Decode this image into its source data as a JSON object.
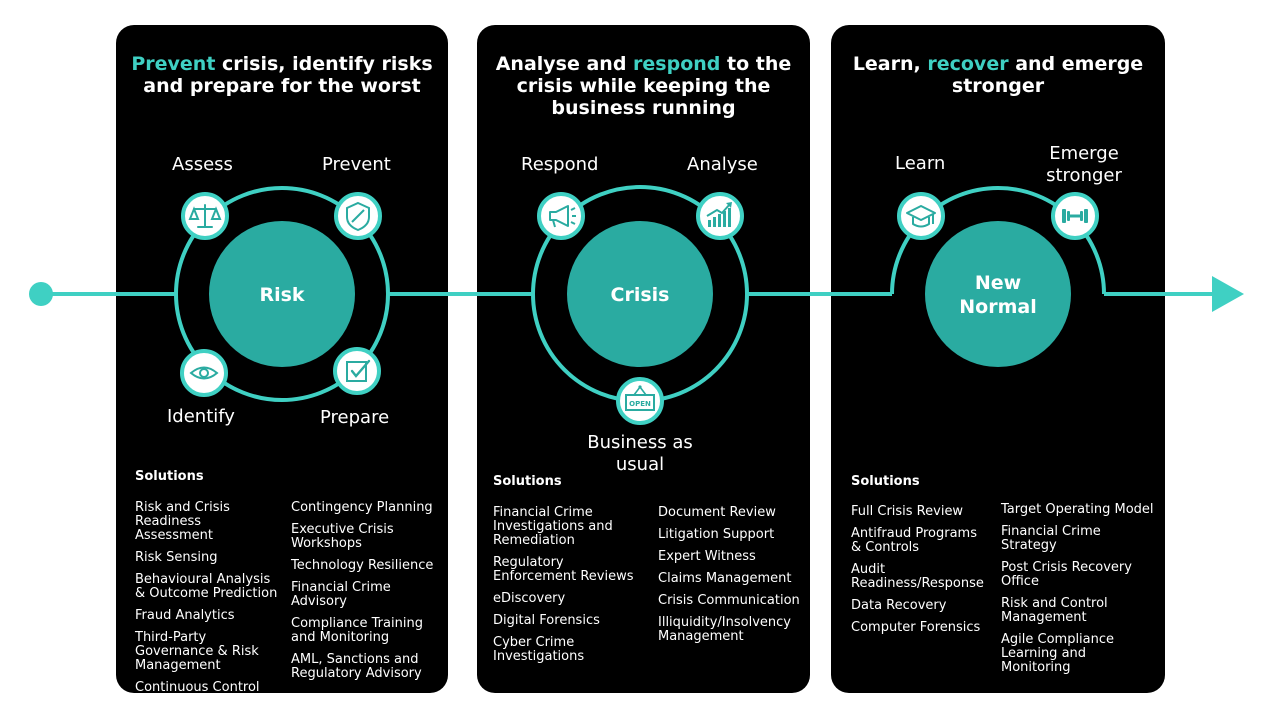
{
  "colors": {
    "accent": "#3fd0c3",
    "circle": "#2aaba1",
    "panel": "#000000"
  },
  "panels": [
    {
      "title_accent": "Prevent",
      "title_rest": " crisis, identify risks and prepare for the worst",
      "center": "Risk",
      "stages": [
        {
          "label": "Assess",
          "icon": "scales-icon"
        },
        {
          "label": "Prevent",
          "icon": "shield-icon"
        },
        {
          "label": "Identify",
          "icon": "eye-icon"
        },
        {
          "label": "Prepare",
          "icon": "checkbox-icon"
        }
      ],
      "solutions_heading": "Solutions",
      "solutions_col1": [
        "Risk and Crisis Readiness Assessment",
        "Risk Sensing",
        "Behavioural Analysis & Outcome Prediction",
        "Fraud Analytics",
        "Third-Party Governance & Risk Management",
        "Continuous Control Monitoring"
      ],
      "solutions_col2": [
        "Contingency Planning",
        "Executive Crisis Workshops",
        "Technology Resilience",
        "Financial Crime Advisory",
        "Compliance Training and Monitoring",
        "AML, Sanctions and Regulatory Advisory"
      ]
    },
    {
      "title_pre": "Analyse and ",
      "title_accent": "respond",
      "title_rest": " to the crisis while keeping the business running",
      "center": "Crisis",
      "stages": [
        {
          "label": "Respond",
          "icon": "megaphone-icon"
        },
        {
          "label": "Analyse",
          "icon": "growth-chart-icon"
        },
        {
          "label": "Business as usual",
          "icon": "open-sign-icon"
        }
      ],
      "open_sign": "OPEN",
      "solutions_heading": "Solutions",
      "solutions_col1": [
        "Financial Crime Investigations and Remediation",
        "Regulatory Enforcement Reviews",
        "eDiscovery",
        "Digital Forensics",
        "Cyber Crime Investigations"
      ],
      "solutions_col2": [
        "Document Review",
        "Litigation Support",
        "Expert Witness",
        "Claims Management",
        "Crisis Communication",
        "Illiquidity/Insolvency Management"
      ]
    },
    {
      "title_pre": "Learn, ",
      "title_accent": "recover",
      "title_rest": " and emerge stronger",
      "center_line1": "New",
      "center_line2": "Normal",
      "stages": [
        {
          "label": "Learn",
          "icon": "graduation-cap-icon"
        },
        {
          "label": "Emerge stronger",
          "icon": "dumbbell-icon"
        }
      ],
      "solutions_heading": "Solutions",
      "solutions_col1": [
        "Full Crisis Review",
        "Antifraud Programs & Controls",
        "Audit Readiness/Response",
        "Data Recovery",
        "Computer Forensics"
      ],
      "solutions_col2": [
        "Target Operating Model",
        "Financial Crime Strategy",
        "Post Crisis Recovery Office",
        "Risk and Control Management",
        "Agile Compliance Learning and Monitoring"
      ]
    }
  ]
}
